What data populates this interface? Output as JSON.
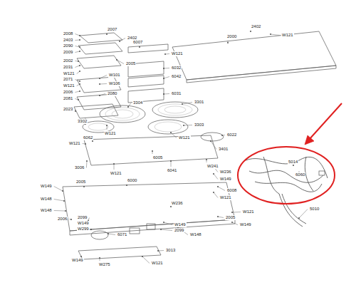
{
  "diagram": {
    "labels": [
      "2008",
      "2007",
      "2403",
      "2402",
      "2090",
      "2009",
      "2002",
      "2031",
      "W121",
      "2071",
      "W101",
      "W121",
      "W106",
      "2005",
      "2006",
      "2080",
      "2081",
      "2023",
      "2402",
      "W121",
      "2000",
      "6007",
      "W121",
      "6032",
      "6042",
      "6031",
      "3304",
      "3301",
      "3302",
      "3303",
      "6022",
      "W121",
      "W121",
      "6062",
      "W121",
      "3401",
      "3006",
      "W121",
      "6005",
      "6041",
      "W241",
      "W236",
      "W149",
      "6008",
      "W121",
      "5014",
      "6060",
      "5010",
      "2005",
      "6000",
      "W149",
      "W148",
      "W148",
      "2006",
      "W236",
      "W121",
      "2005",
      "W149",
      "2099",
      "W149",
      "W299",
      "W149",
      "2099",
      "W148",
      "6071",
      "3013",
      "W149",
      "W275",
      "W121"
    ]
  }
}
